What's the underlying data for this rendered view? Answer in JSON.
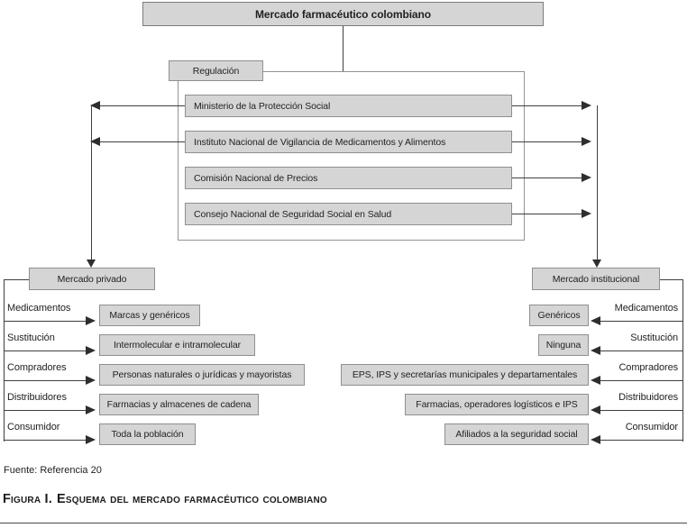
{
  "title": "Mercado farmacéutico colombiano",
  "regulation": {
    "label": "Regulación",
    "entities": [
      "Ministerio de la Protección Social",
      "Instituto Nacional de Vigilancia de Medicamentos y Alimentos",
      "Comisión Nacional de Precios",
      "Consejo Nacional de Seguridad Social en Salud"
    ]
  },
  "private_market": {
    "title": "Mercado privado",
    "rows": [
      {
        "label": "Medicamentos",
        "value": "Marcas y genéricos"
      },
      {
        "label": "Sustitución",
        "value": "Intermolecular e intramolecular"
      },
      {
        "label": "Compradores",
        "value": "Personas naturales o jurídicas y mayoristas"
      },
      {
        "label": "Distribuidores",
        "value": "Farmacias y almacenes de cadena"
      },
      {
        "label": "Consumidor",
        "value": "Toda la población"
      }
    ]
  },
  "institutional_market": {
    "title": "Mercado institucional",
    "rows": [
      {
        "label": "Medicamentos",
        "value": "Genéricos"
      },
      {
        "label": "Sustitución",
        "value": "Ninguna"
      },
      {
        "label": "Compradores",
        "value": "EPS, IPS y secretarías municipales y departamentales"
      },
      {
        "label": "Distribuidores",
        "value": "Farmacias, operadores logísticos e IPS"
      },
      {
        "label": "Consumidor",
        "value": "Afiliados a la seguridad social"
      }
    ]
  },
  "footer": {
    "source": "Fuente: Referencia 20",
    "caption_prefix": "Figura I.",
    "caption_text": "Esquema del mercado farmacéutico colombiano"
  },
  "colors": {
    "box_fill": "#d5d5d5",
    "box_border": "#8f8f8f",
    "line": "#3f3f3f",
    "text": "#222222"
  }
}
